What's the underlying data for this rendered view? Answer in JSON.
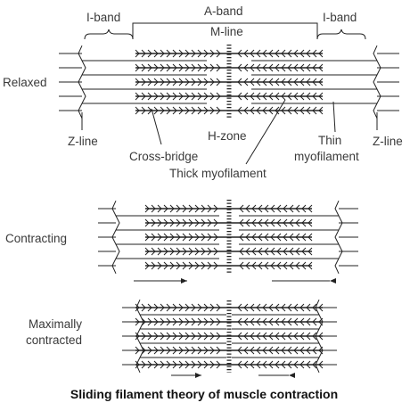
{
  "labels": {
    "i_band_left": "I-band",
    "a_band": "A-band",
    "i_band_right": "I-band",
    "m_line": "M-line",
    "relaxed": "Relaxed",
    "z_line_left": "Z-line",
    "cross_bridge": "Cross-bridge",
    "h_zone": "H-zone",
    "thin_line1": "Thin",
    "thin_line2": "myofilament",
    "z_line_right": "Z-line",
    "thick_myofilament": "Thick myofilament",
    "contracting": "Contracting",
    "max_line1": "Maximally",
    "max_line2": "contracted",
    "caption": "Sliding filament theory of muscle contraction"
  },
  "colors": {
    "stroke": "#222222",
    "text": "#3a3a3a",
    "caption": "#111111"
  }
}
